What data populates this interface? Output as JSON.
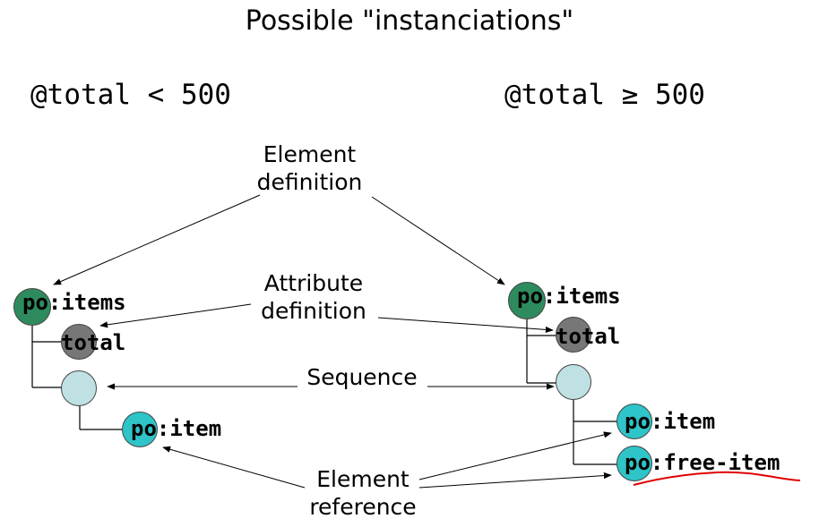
{
  "title": "Possible \"instanciations\"",
  "conditions": {
    "left": "@total < 500",
    "right": "@total ≥ 500"
  },
  "annotations": {
    "element_definition": [
      "Element",
      "definition"
    ],
    "attribute_definition": [
      "Attribute",
      "definition"
    ],
    "sequence": "Sequence",
    "element_reference": [
      "Element",
      "reference"
    ]
  },
  "left_tree": {
    "root": "po:items",
    "attribute": "total",
    "child": "po:item"
  },
  "right_tree": {
    "root": "po:items",
    "attribute": "total",
    "child_1": "po:item",
    "child_2": "po:free-item"
  },
  "colors": {
    "element_definition": "#2e8b5e",
    "attribute": "#777777",
    "sequence": "#bfe1e3",
    "element_reference": "#2ec4c8",
    "spell_underline": "#e00000"
  }
}
